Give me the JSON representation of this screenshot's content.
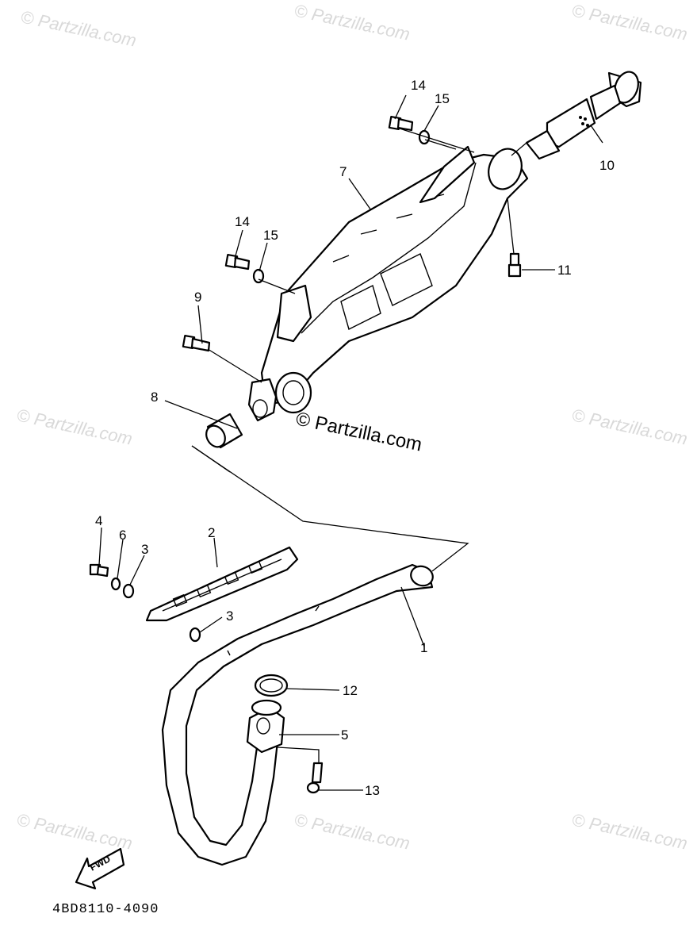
{
  "watermark_text": "© Partzilla.com",
  "center_watermark": "© Partzilla.com",
  "diagram_code": "4BD8110-4090",
  "fwd_label": "FWD",
  "callouts": {
    "c1": "1",
    "c2": "2",
    "c3a": "3",
    "c3b": "3",
    "c4": "4",
    "c5": "5",
    "c6": "6",
    "c7": "7",
    "c8": "8",
    "c9": "9",
    "c10": "10",
    "c11": "11",
    "c12": "12",
    "c13": "13",
    "c14a": "14",
    "c14b": "14",
    "c15a": "15",
    "c15b": "15"
  }
}
